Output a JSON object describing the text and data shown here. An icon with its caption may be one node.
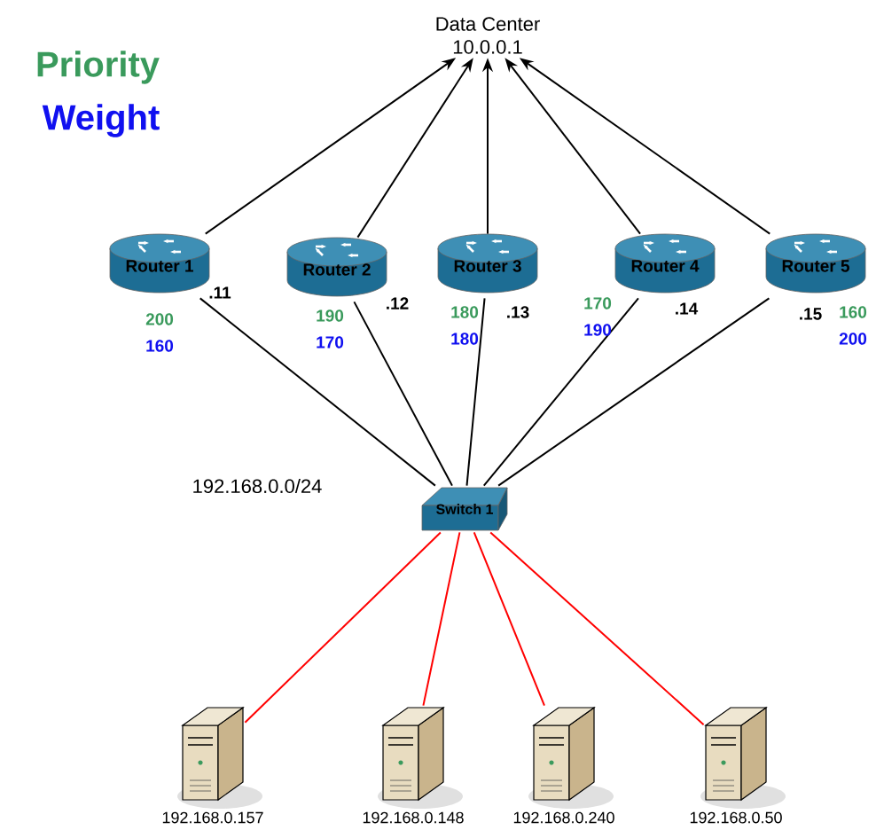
{
  "diagram": {
    "nodes": [
      {
        "text": [
          "Data Center",
          "10.0.0.1"
        ]
      },
      {
        "text": [
          "Router 1"
        ],
        "beside": [
          ".11",
          "200",
          "160"
        ]
      },
      {
        "text": [
          "Router 2"
        ],
        "beside": [
          ".12",
          "190",
          "170"
        ]
      },
      {
        "text": [
          "Router 3"
        ],
        "beside": [
          ".13",
          "180",
          "180"
        ]
      },
      {
        "text": [
          "Router 4"
        ],
        "beside": [
          ".14",
          "170",
          "190"
        ]
      },
      {
        "text": [
          "Router 5"
        ],
        "beside": [
          ".15",
          "160",
          "200"
        ]
      },
      {
        "text": [
          "Switch 1"
        ]
      },
      {
        "text": [],
        "shape": "server",
        "beside": [
          "192.168.0.157"
        ]
      },
      {
        "text": [],
        "shape": "server",
        "beside": [
          "192.168.0.148"
        ]
      },
      {
        "text": [],
        "shape": "server",
        "beside": [
          "192.168.0.240"
        ]
      },
      {
        "text": [],
        "shape": "server",
        "beside": [
          "192.168.0.50"
        ]
      }
    ],
    "edges": [
      {
        "from": 1,
        "to": 0,
        "arrow": "to"
      },
      {
        "from": 2,
        "to": 0,
        "arrow": "to"
      },
      {
        "from": 3,
        "to": 0,
        "arrow": "to"
      },
      {
        "from": 4,
        "to": 0,
        "arrow": "to"
      },
      {
        "from": 5,
        "to": 0,
        "arrow": "to"
      },
      {
        "from": 1,
        "to": 6,
        "arrow": "none"
      },
      {
        "from": 2,
        "to": 6,
        "arrow": "none"
      },
      {
        "from": 3,
        "to": 6,
        "arrow": "none"
      },
      {
        "from": 4,
        "to": 6,
        "arrow": "none"
      },
      {
        "from": 5,
        "to": 6,
        "arrow": "none"
      },
      {
        "from": 6,
        "to": 7,
        "arrow": "none",
        "color": "#ff0000"
      },
      {
        "from": 6,
        "to": 8,
        "arrow": "none",
        "color": "#ff0000"
      },
      {
        "from": 6,
        "to": 9,
        "arrow": "none",
        "color": "#ff0000"
      },
      {
        "from": 6,
        "to": 10,
        "arrow": "none",
        "color": "#ff0000"
      }
    ],
    "labels": [
      "Priority",
      "Weight",
      "192.168.0.0/24"
    ]
  }
}
